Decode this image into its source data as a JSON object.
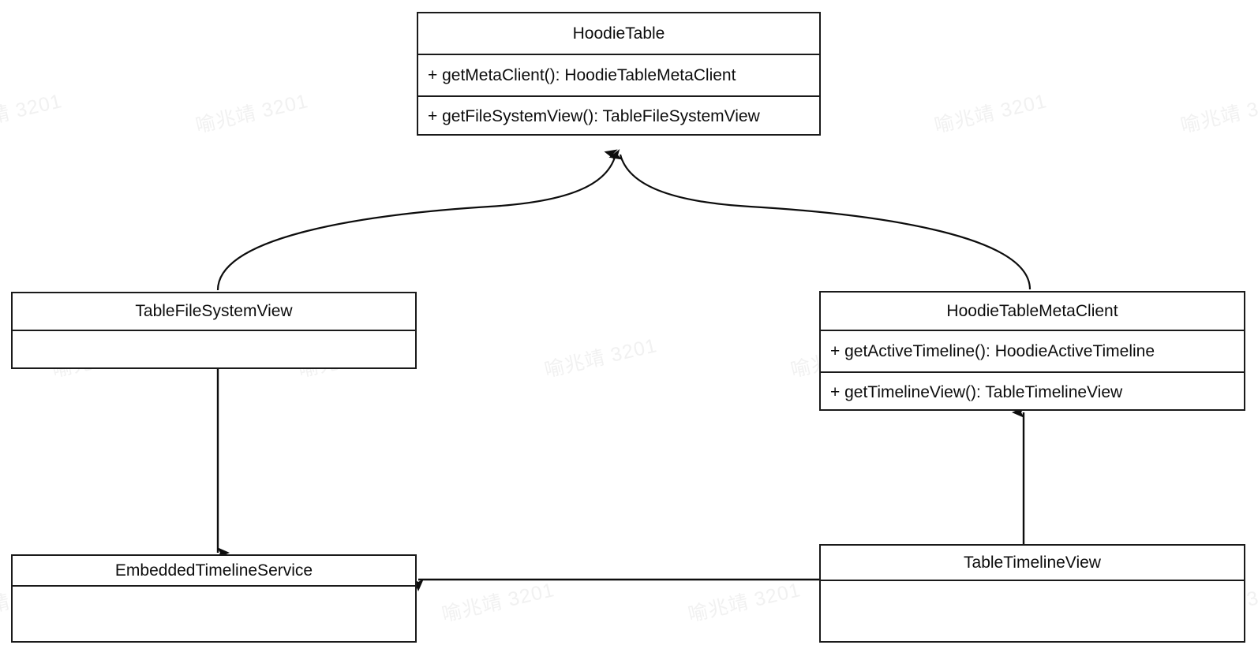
{
  "diagram": {
    "kind": "uml-class-diagram",
    "background_color": "#ffffff",
    "line_color": "#1a1a1a",
    "text_color": "#0d0d0d",
    "watermark": {
      "text": "喻兆靖 3201",
      "color": "#f1f1f1"
    }
  },
  "classes": [
    {
      "id": "hoodie-table",
      "name": "HoodieTable",
      "members": [
        "+ getMetaClient(): HoodieTableMetaClient",
        "+ getFileSystemView(): TableFileSystemView"
      ]
    },
    {
      "id": "table-file-system-view",
      "name": "TableFileSystemView",
      "members": []
    },
    {
      "id": "hoodie-table-meta-client",
      "name": "HoodieTableMetaClient",
      "members": [
        "+ getActiveTimeline(): HoodieActiveTimeline",
        "+ getTimelineView(): TableTimelineView"
      ]
    },
    {
      "id": "embedded-timeline-service",
      "name": "EmbeddedTimelineService",
      "members": []
    },
    {
      "id": "table-timeline-view",
      "name": "TableTimelineView",
      "members": []
    }
  ],
  "relationships": [
    {
      "id": "edge-tfsv-to-hoodie-table",
      "from": "TableFileSystemView",
      "to": "HoodieTable",
      "style": "curved",
      "arrow": "solid-filled"
    },
    {
      "id": "edge-htmc-to-hoodie-table",
      "from": "HoodieTableMetaClient",
      "to": "HoodieTable",
      "style": "curved",
      "arrow": "solid-filled"
    },
    {
      "id": "edge-tfsv-to-ets",
      "from": "TableFileSystemView",
      "to": "EmbeddedTimelineService",
      "style": "straight-vertical",
      "arrow": "solid-filled"
    },
    {
      "id": "edge-ttv-to-htmc",
      "from": "TableTimelineView",
      "to": "HoodieTableMetaClient",
      "style": "straight-vertical",
      "arrow": "solid-filled"
    },
    {
      "id": "edge-ttv-to-ets",
      "from": "TableTimelineView",
      "to": "EmbeddedTimelineService",
      "style": "straight-horizontal",
      "arrow": "solid-filled"
    }
  ]
}
